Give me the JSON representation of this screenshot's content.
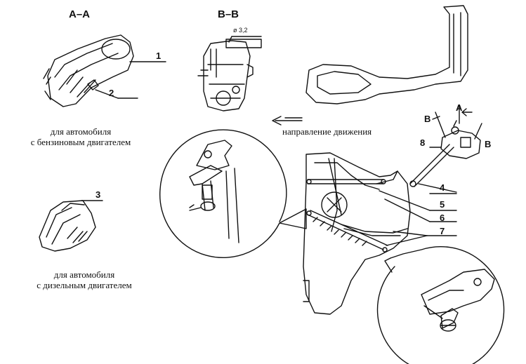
{
  "sections": {
    "aa": "A–A",
    "bb": "B–B"
  },
  "dimension": "ø 3,2",
  "captions": {
    "petrol": [
      "для автомобиля",
      "с бензиновым двигателем"
    ],
    "diesel": [
      "для автомобиля",
      "с дизельным двигателем"
    ],
    "direction": "направление движения"
  },
  "letters": {
    "a": "A",
    "b_left": "B",
    "b_right": "B"
  },
  "callouts": [
    "1",
    "2",
    "3",
    "4",
    "5",
    "6",
    "7",
    "8"
  ],
  "colors": {
    "ink": "#111111",
    "paper": "#ffffff"
  }
}
